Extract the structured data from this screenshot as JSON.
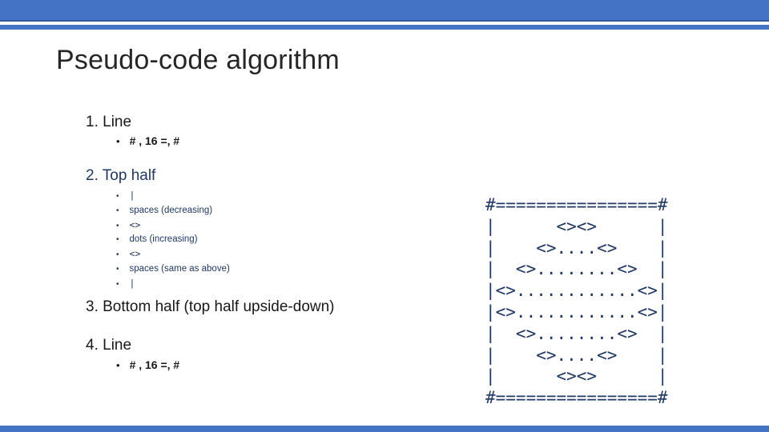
{
  "slide": {
    "title": "Pseudo-code algorithm",
    "sections": [
      {
        "heading": "1. Line",
        "bullets": [
          "# , 16 =, #"
        ]
      },
      {
        "heading": "2. Top half",
        "bullets": [
          "|",
          "spaces (decreasing)",
          "<>",
          "dots (increasing)",
          "<>",
          "spaces (same as above)",
          "|"
        ]
      },
      {
        "heading": "3. Bottom half (top half upside-down)",
        "bullets": []
      },
      {
        "heading": "4. Line",
        "bullets": [
          "# , 16 =, #"
        ]
      }
    ],
    "ascii_art": [
      "#================#",
      "|      <><>      |",
      "|    <>....<>    |",
      "|  <>........<>  |",
      "|<>............<>|",
      "|<>............<>|",
      "|  <>........<>  |",
      "|    <>....<>    |",
      "|      <><>      |",
      "#================#"
    ],
    "colors": {
      "accent_bar": "#4472C4",
      "accent_bar_edge": "#35599C",
      "navy_text": "#1F3864",
      "body_text": "#181818",
      "title_text": "#262626"
    }
  }
}
